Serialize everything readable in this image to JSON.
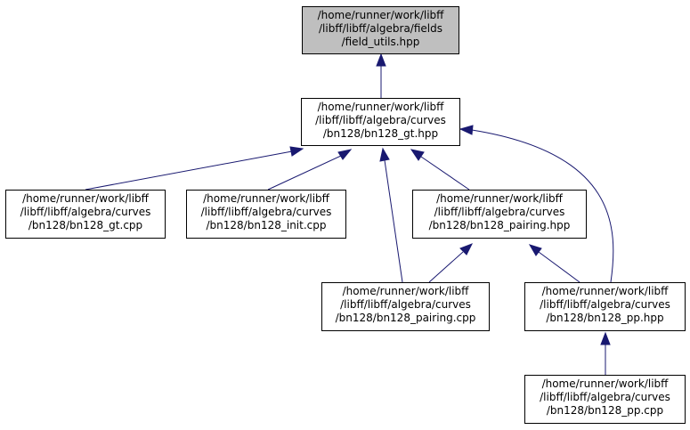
{
  "colors": {
    "edge": "#191970",
    "root_fill": "#bfbfbf",
    "node_fill": "#ffffff",
    "node_border": "#000000"
  },
  "nodes": {
    "field_utils_hpp": [
      "/home/runner/work/libff",
      "/libff/libff/algebra/fields",
      "/field_utils.hpp"
    ],
    "bn128_gt_hpp": [
      "/home/runner/work/libff",
      "/libff/libff/algebra/curves",
      "/bn128/bn128_gt.hpp"
    ],
    "bn128_gt_cpp": [
      "/home/runner/work/libff",
      "/libff/libff/algebra/curves",
      "/bn128/bn128_gt.cpp"
    ],
    "bn128_init_cpp": [
      "/home/runner/work/libff",
      "/libff/libff/algebra/curves",
      "/bn128/bn128_init.cpp"
    ],
    "bn128_pairing_hpp": [
      "/home/runner/work/libff",
      "/libff/libff/algebra/curves",
      "/bn128/bn128_pairing.hpp"
    ],
    "bn128_pairing_cpp": [
      "/home/runner/work/libff",
      "/libff/libff/algebra/curves",
      "/bn128/bn128_pairing.cpp"
    ],
    "bn128_pp_hpp": [
      "/home/runner/work/libff",
      "/libff/libff/algebra/curves",
      "/bn128/bn128_pp.hpp"
    ],
    "bn128_pp_cpp": [
      "/home/runner/work/libff",
      "/libff/libff/algebra/curves",
      "/bn128/bn128_pp.cpp"
    ]
  }
}
